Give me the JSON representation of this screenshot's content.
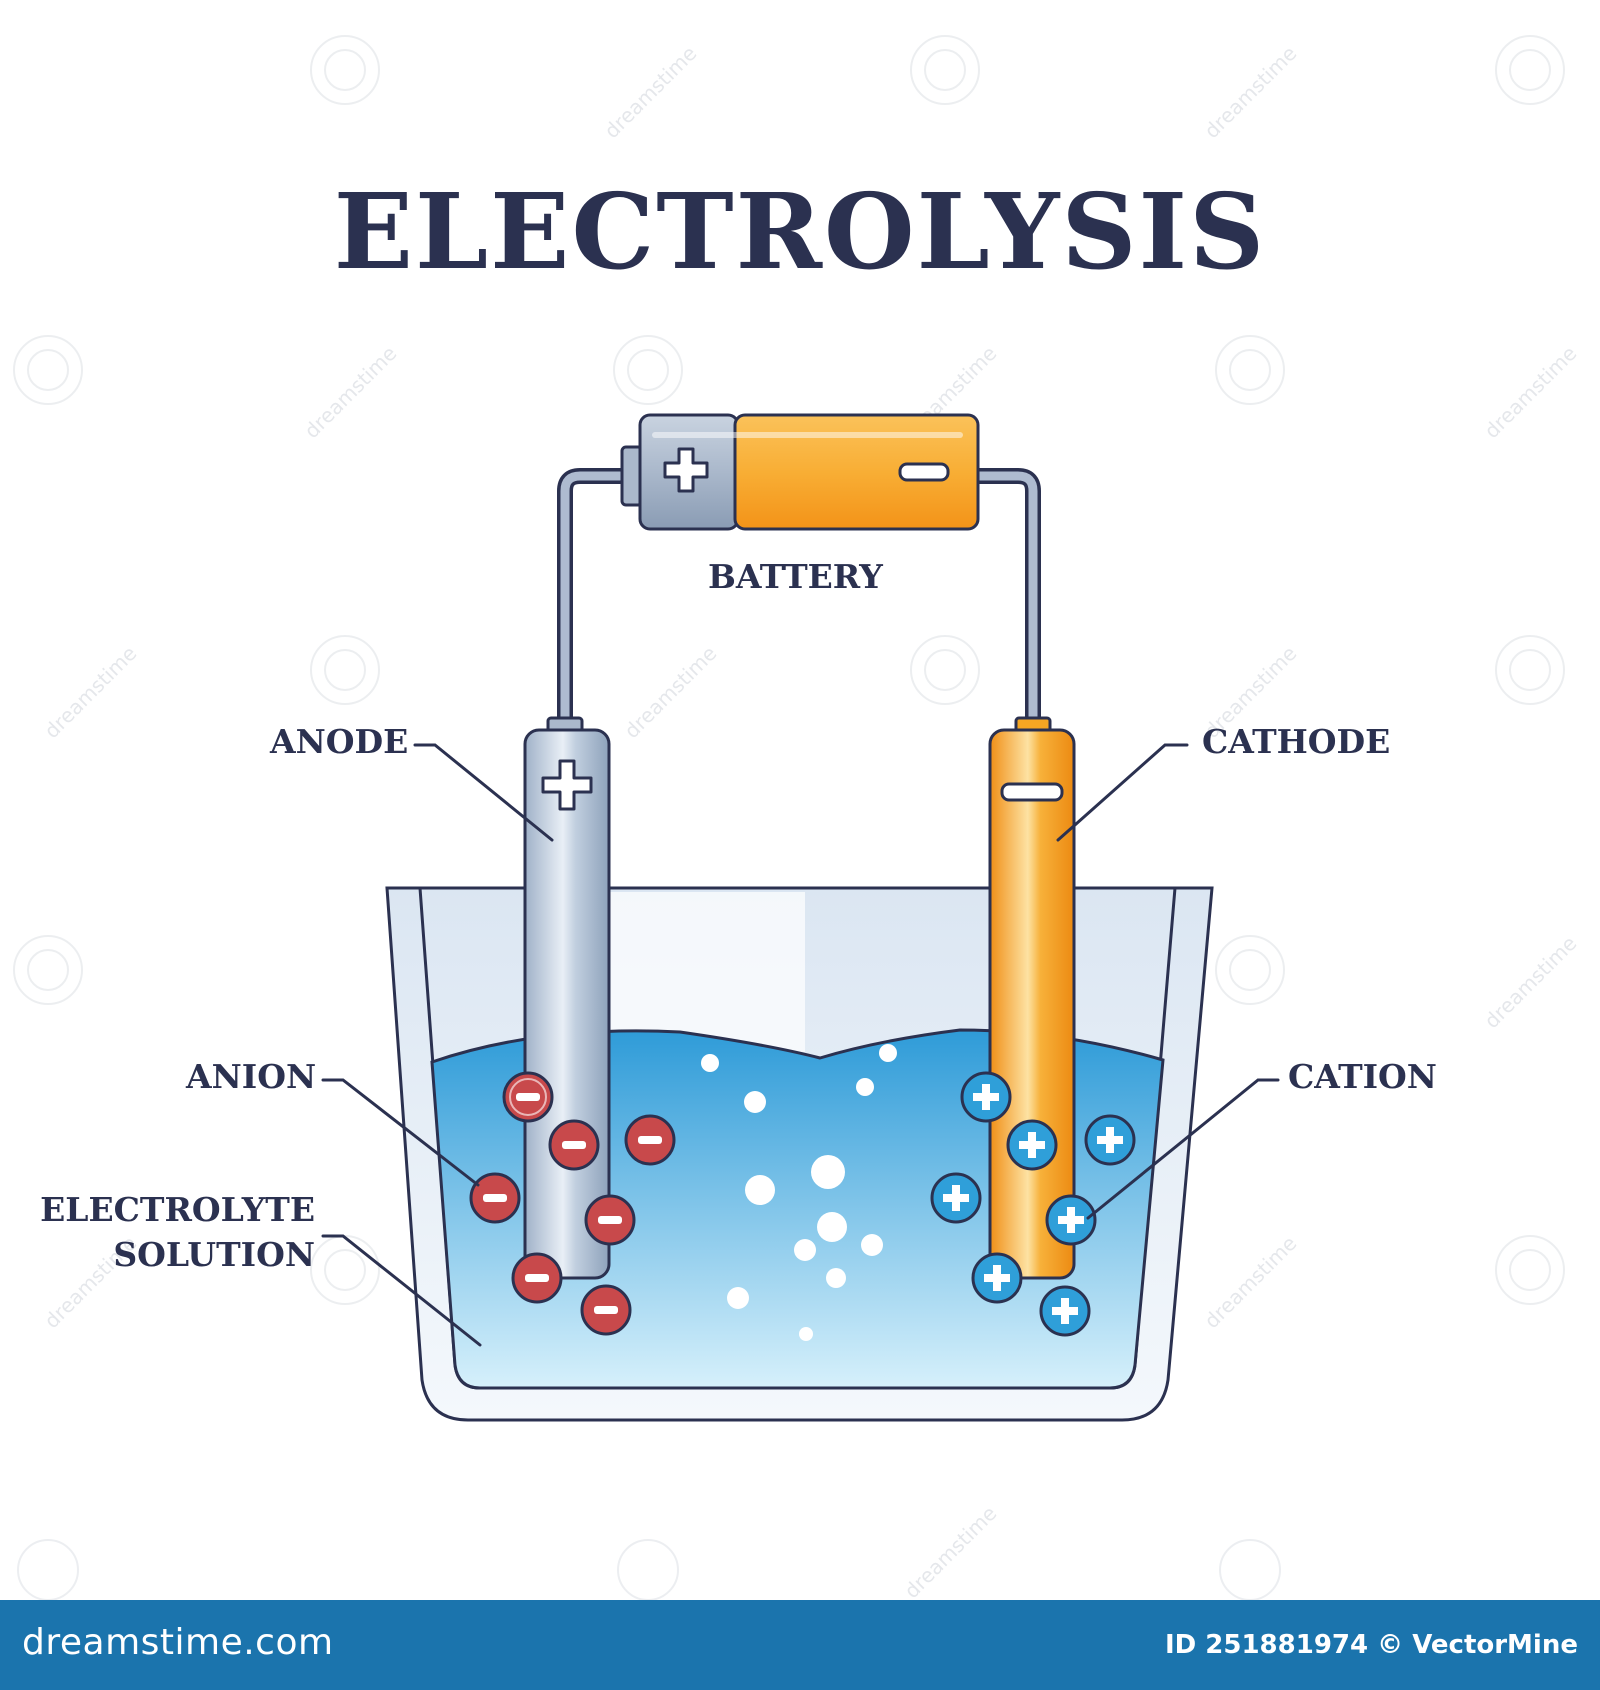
{
  "title": "ELECTROLYSIS",
  "labels": {
    "battery": "BATTERY",
    "anode": "ANODE",
    "cathode": "CATHODE",
    "anion": "ANION",
    "cation": "CATION",
    "electrolyte_line1": "ELECTROLYTE",
    "electrolyte_line2": "SOLUTION"
  },
  "symbols": {
    "positive": "+",
    "negative": "−"
  },
  "watermark": "dreamstime",
  "footer": {
    "site": "dreamstime.com",
    "image_id": "ID 251881974 © VectorMine"
  },
  "colors": {
    "outline": "#2b3150",
    "anode_metal": "#b8c6d8",
    "cathode_orange": "#f5a623",
    "solution_blue": "#3aa3dc",
    "anion_red": "#c8494b",
    "cation_blue": "#2f9fd9",
    "footer_bg": "#1b74ad"
  }
}
